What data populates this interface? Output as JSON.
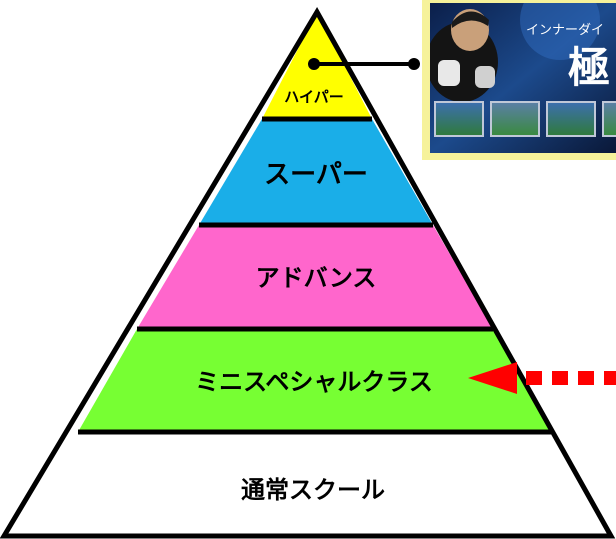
{
  "pyramid": {
    "tiers": [
      {
        "label": "ハイパー",
        "color": "#ffff00"
      },
      {
        "label": "スーパー",
        "color": "#1aaee8"
      },
      {
        "label": "アドバンス",
        "color": "#ff66cc"
      },
      {
        "label": "ミニスペシャルクラス",
        "color": "#77ff33"
      },
      {
        "label": "通常スクール",
        "color": "#ffffff"
      }
    ]
  },
  "banner": {
    "subtitle": "インナーダイ",
    "title": "極"
  },
  "arrow": {
    "color": "#ff0000",
    "style": "dotted"
  },
  "connector": {
    "color": "#000000"
  }
}
